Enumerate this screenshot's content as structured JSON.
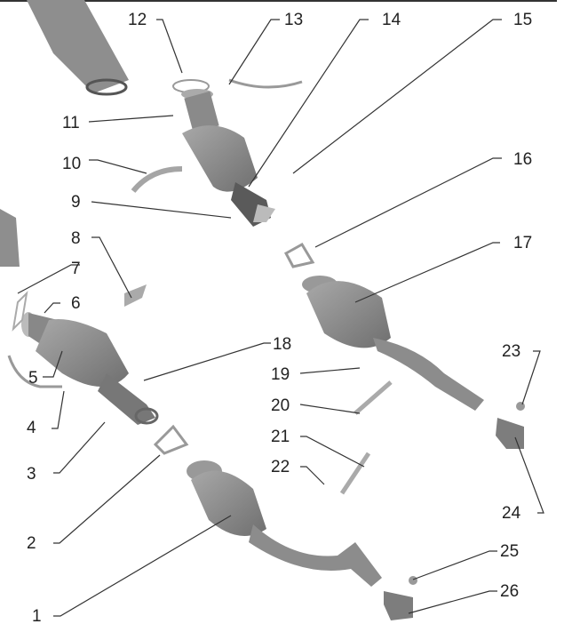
{
  "diagram": {
    "type": "exploded parts diagram",
    "subject": "exhaust system - catalytic converters",
    "callouts": [
      "1",
      "2",
      "3",
      "4",
      "5",
      "6",
      "7",
      "8",
      "9",
      "10",
      "11",
      "12",
      "13",
      "14",
      "15",
      "16",
      "17",
      "18",
      "19",
      "20",
      "21",
      "22",
      "23",
      "24",
      "25",
      "26"
    ]
  },
  "colors": {
    "part": "#8a8a8a",
    "part_dark": "#6e6e6e",
    "part_light": "#b0b0b0",
    "line": "#333333"
  }
}
